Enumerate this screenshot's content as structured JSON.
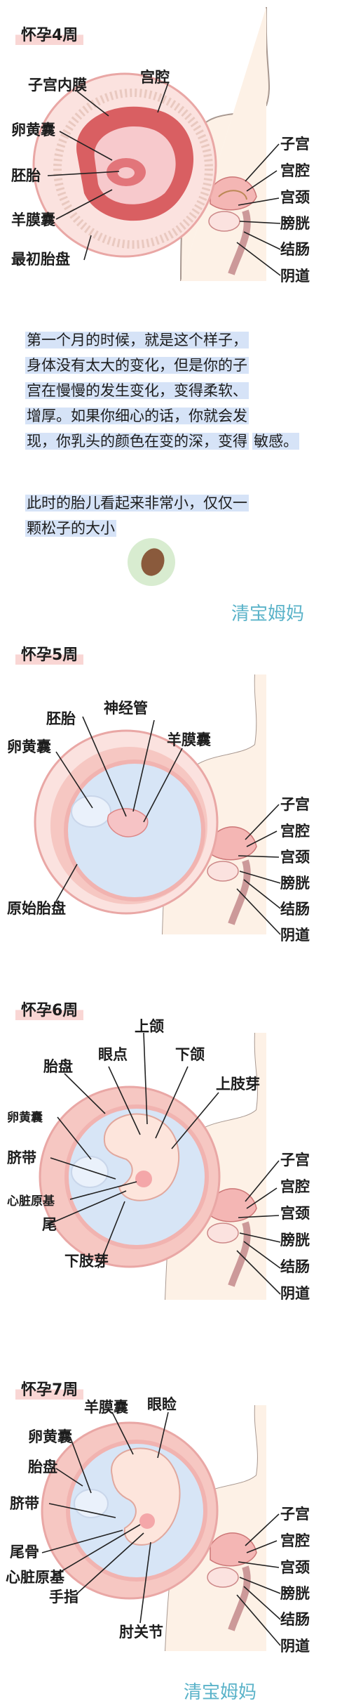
{
  "week4": {
    "title": "怀孕4周",
    "labels": {
      "endometrium": "子宫内膜",
      "uterine_cavity_top": "宫腔",
      "yolk_sac": "卵黄囊",
      "embryo": "胚胎",
      "amniotic_sac": "羊膜囊",
      "primitive_placenta": "最初胎盘"
    },
    "body_labels": [
      "子宫",
      "宫腔",
      "宫颈",
      "膀胱",
      "结肠",
      "阴道"
    ]
  },
  "description": {
    "lines": [
      "第一个月的时候，就是这个样子，",
      "身体没有太大的变化，但是你的子",
      "宫在慢慢的发生变化，变得柔软、",
      "增厚。如果你细心的话，你就会发",
      "现，你乳头的颜色在变的深，变得",
      "敏感。"
    ],
    "size_lines": [
      "此时的胎儿看起来非常小，仅仅一",
      "颗松子的大小"
    ],
    "watermark": "清宝姆妈"
  },
  "week5": {
    "title": "怀孕5周",
    "labels": {
      "neural_tube": "神经管",
      "embryo": "胚胎",
      "amniotic_sac": "羊膜囊",
      "yolk_sac": "卵黄囊",
      "primitive_placenta": "原始胎盘"
    },
    "body_labels": [
      "子宫",
      "宫腔",
      "宫颈",
      "膀胱",
      "结肠",
      "阴道"
    ]
  },
  "week6": {
    "title": "怀孕6周",
    "labels": {
      "upper_jaw": "上颌",
      "eye_spot": "眼点",
      "lower_jaw": "下颌",
      "placenta": "胎盘",
      "upper_limb_bud": "上肢芽",
      "yolk_sac": "卵黄囊",
      "umbilical_cord": "脐带",
      "heart_primordium": "心脏原基",
      "tail": "尾",
      "lower_limb_bud": "下肢芽"
    },
    "body_labels": [
      "子宫",
      "宫腔",
      "宫颈",
      "膀胱",
      "结肠",
      "阴道"
    ]
  },
  "week7": {
    "title": "怀孕7周",
    "labels": {
      "amniotic_sac": "羊膜囊",
      "eyelid": "眼睑",
      "yolk_sac": "卵黄囊",
      "placenta": "胎盘",
      "umbilical_cord": "脐带",
      "coccyx": "尾骨",
      "heart_primordium": "心脏原基",
      "finger": "手指",
      "elbow": "肘关节"
    },
    "body_labels": [
      "子宫",
      "宫腔",
      "宫颈",
      "膀胱",
      "结肠",
      "阴道"
    ],
    "watermark": "清宝姆妈"
  },
  "colors": {
    "uterus_pink": "#f4b6b4",
    "uterus_light": "#fbe2df",
    "lining_red": "#d95f62",
    "sac_blue": "#d7e5f6",
    "skin": "#fdf1e6",
    "title_highlight": "#f9d6d4",
    "text_highlight": "#d6e3f7",
    "seed_brown": "#8a5a3c",
    "seed_green": "#d8ecd0",
    "watermark": "#5bb3c9"
  }
}
